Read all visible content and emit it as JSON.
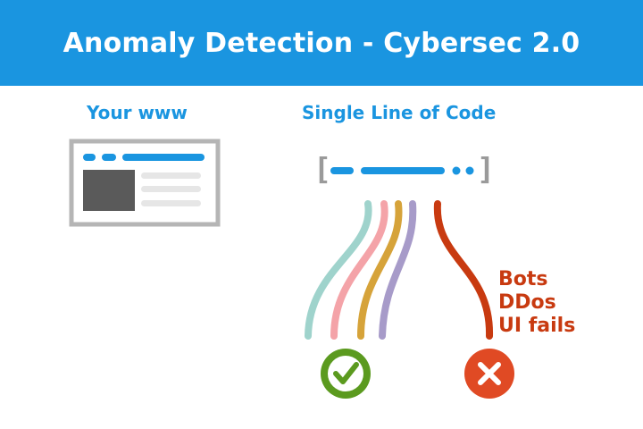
{
  "header": {
    "title": "Anomaly Detection - Cybersec 2.0"
  },
  "left": {
    "label": "Your www"
  },
  "right": {
    "label": "Single Line of Code",
    "code_open": "[",
    "code_close": "]"
  },
  "issues": [
    "Bots",
    "DDos",
    "UI fails"
  ],
  "icons": {
    "browser": "browser-window-icon",
    "good": "check-circle-icon",
    "bad": "x-circle-icon"
  },
  "colors": {
    "accent": "#1a95e0",
    "browser_frame": "#b5b5b5",
    "browser_image": "#5a5a5a",
    "browser_text_lines": "#e6e6e6",
    "teal_line": "#9fd3cc",
    "pink_line": "#f4a3a8",
    "gold_line": "#d6a33a",
    "purple_line": "#a79bc9",
    "bad_line": "#c83a10",
    "check_green": "#5b9a1f",
    "x_red": "#e04a24"
  }
}
